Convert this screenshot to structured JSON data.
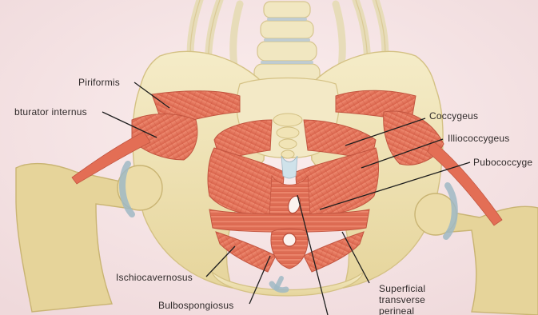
{
  "diagram": {
    "labels": {
      "piriformis": "Piriformis",
      "obturator_internus": "bturator internus",
      "coccygeus": "Coccygeus",
      "iliococcygeus": "Illiococcygeus",
      "pubococcygeus": "Pubococcyge",
      "ischiocavernosus": "Ischiocavernosus",
      "bulbospongiosus": "Bulbospongiosus",
      "superficial_transverse_perineal": [
        "Superficial",
        "transverse",
        "perineal"
      ]
    },
    "colors": {
      "background": "#f6e6e6",
      "bone": "#efe4b8",
      "bone_shadow": "#d8c68c",
      "muscle": "#e9785f",
      "muscle_dark": "#d05a43",
      "cartilage": "#9fb8c4",
      "leader_line": "#1e1e1e"
    }
  }
}
